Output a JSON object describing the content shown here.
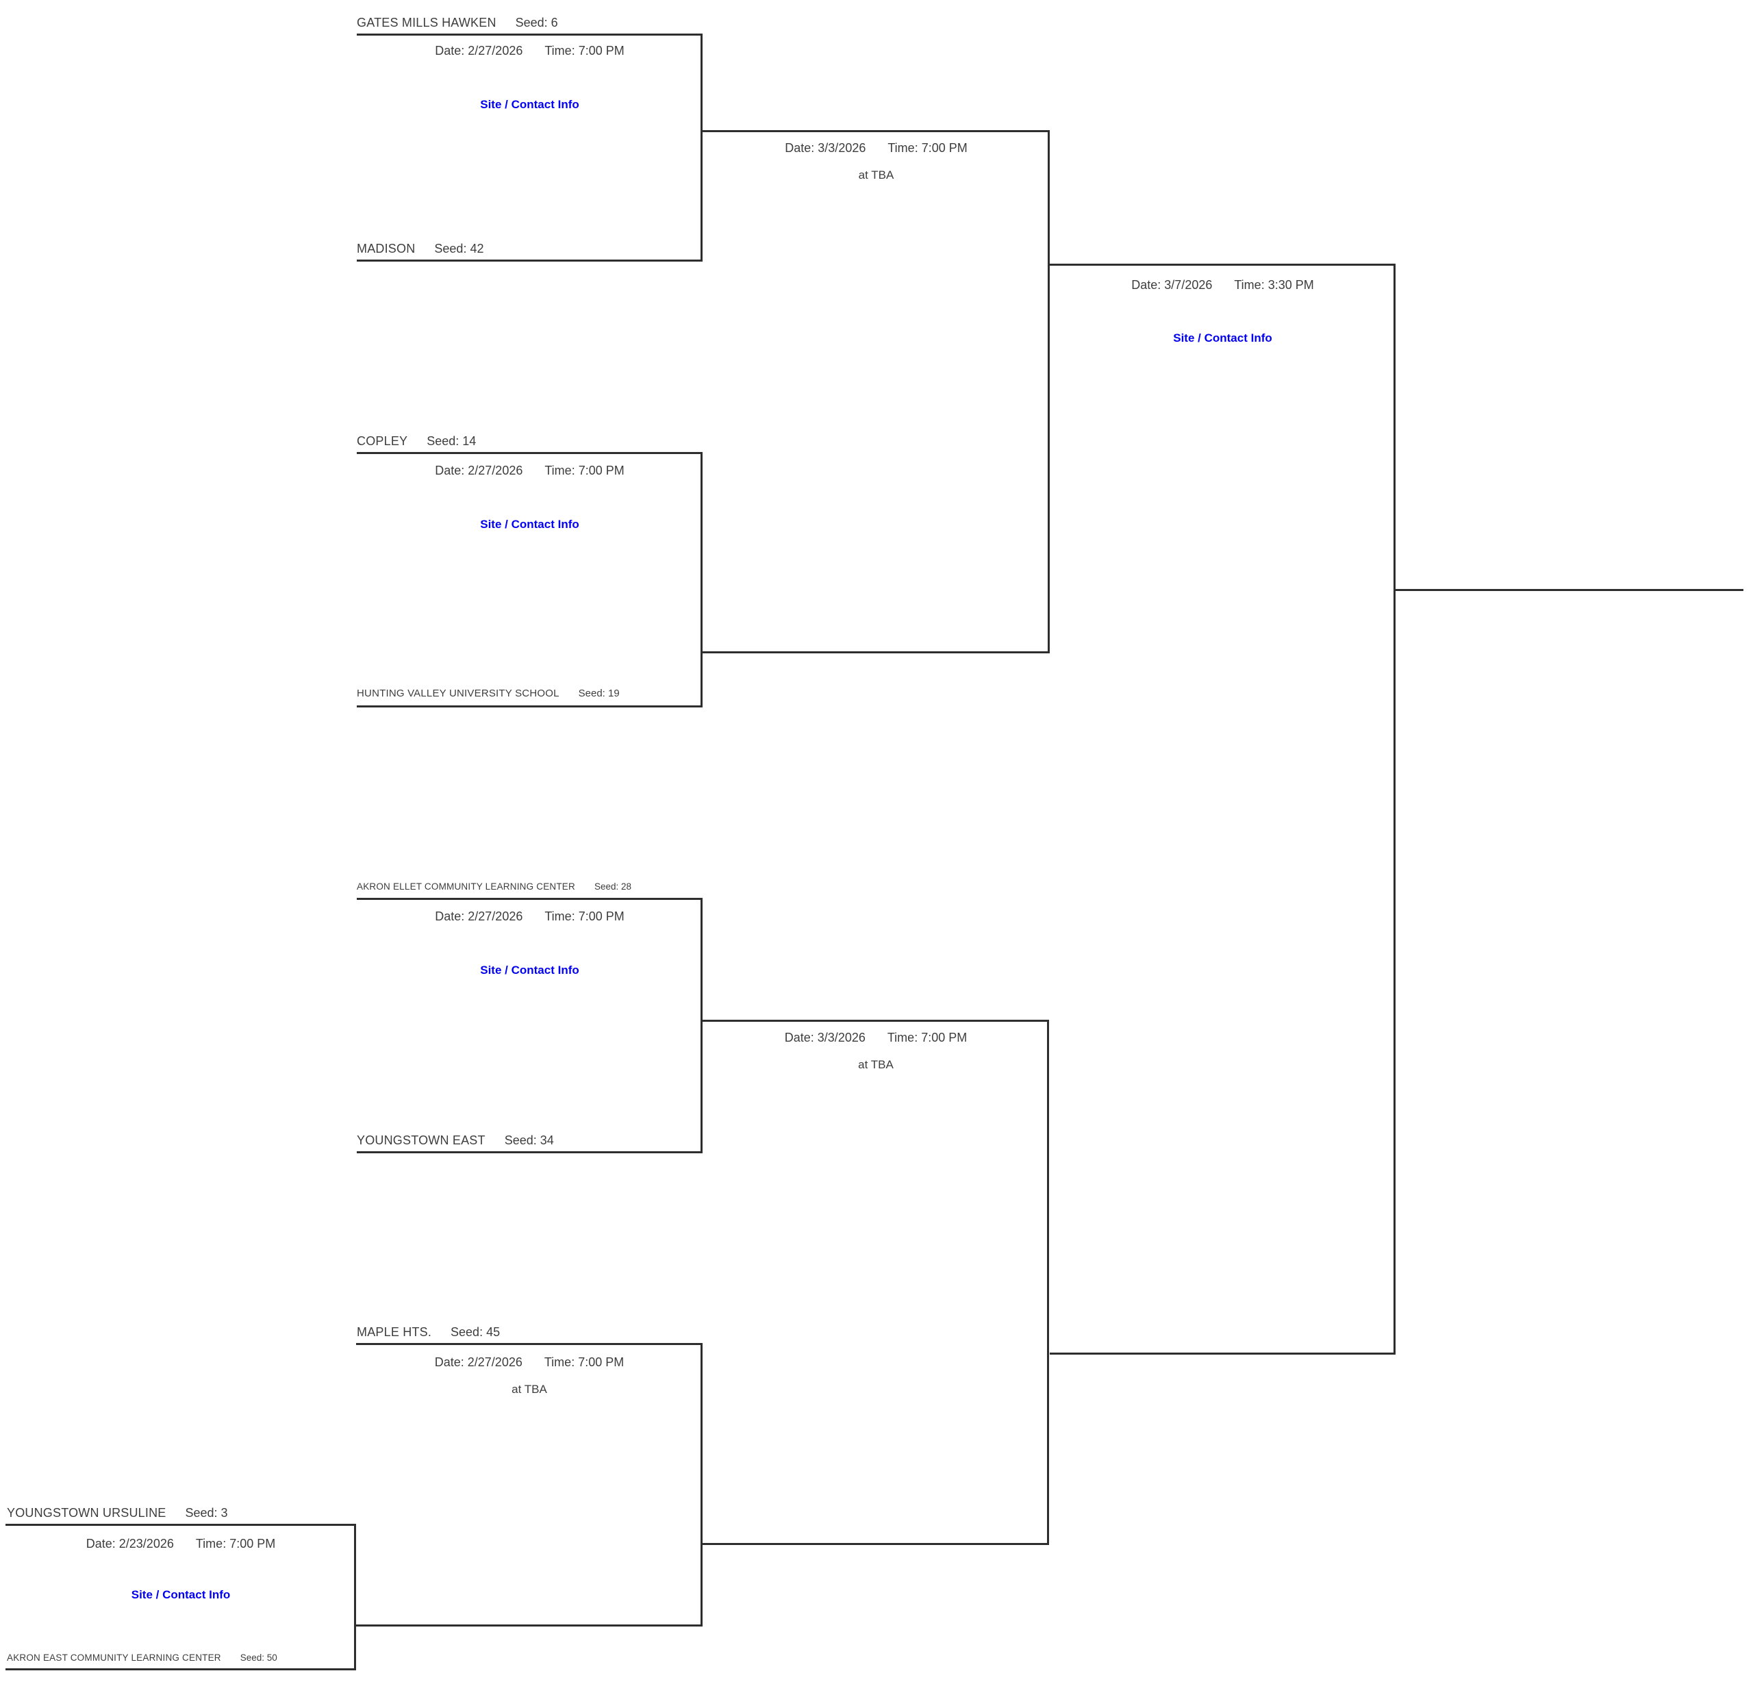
{
  "colors": {
    "line": "#2e2e2e",
    "text": "#3d3d3d",
    "link_blue": "#0202ee"
  },
  "games": {
    "playin": {
      "top_name": "YOUNGSTOWN URSULINE",
      "top_seed": "Seed: 3",
      "bottom_name": "AKRON EAST COMMUNITY LEARNING CENTER",
      "bottom_seed": "Seed: 50",
      "date": "Date: 2/23/2026",
      "time": "Time: 7:00 PM",
      "site_link": "Site / Contact Info"
    },
    "r1g1": {
      "top_name": "GATES MILLS HAWKEN",
      "top_seed": "Seed: 6",
      "bottom_name": "MADISON",
      "bottom_seed": "Seed: 42",
      "date": "Date: 2/27/2026",
      "time": "Time: 7:00 PM",
      "site_link": "Site / Contact Info"
    },
    "r1g2": {
      "top_name": "COPLEY",
      "top_seed": "Seed: 14",
      "bottom_name": "HUNTING VALLEY UNIVERSITY SCHOOL",
      "bottom_seed": "Seed: 19",
      "date": "Date: 2/27/2026",
      "time": "Time: 7:00 PM",
      "site_link": "Site / Contact Info"
    },
    "r1g3": {
      "top_name": "AKRON ELLET COMMUNITY LEARNING CENTER",
      "top_seed": "Seed: 28",
      "bottom_name": "YOUNGSTOWN EAST",
      "bottom_seed": "Seed: 34",
      "date": "Date: 2/27/2026",
      "time": "Time: 7:00 PM",
      "site_link": "Site / Contact Info"
    },
    "r1g4": {
      "top_name": "MAPLE HTS.",
      "top_seed": "Seed: 45",
      "date": "Date: 2/27/2026",
      "time": "Time: 7:00 PM",
      "site": "at TBA"
    },
    "r2g1": {
      "date": "Date: 3/3/2026",
      "time": "Time: 7:00 PM",
      "site": "at TBA"
    },
    "r2g2": {
      "date": "Date: 3/3/2026",
      "time": "Time: 7:00 PM",
      "site": "at TBA"
    },
    "final": {
      "date": "Date: 3/7/2026",
      "time": "Time: 3:30 PM",
      "site_link": "Site / Contact Info"
    }
  }
}
